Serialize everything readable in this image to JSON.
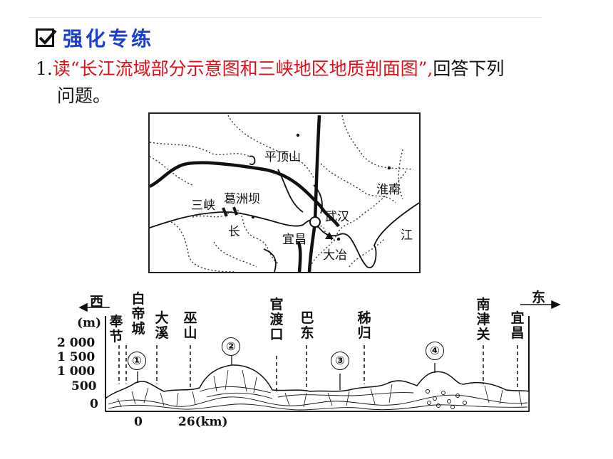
{
  "section": {
    "title": "强化专练"
  },
  "question": {
    "number": "1.",
    "text": "读“长江流域部分示意图和三峡地区地质剖面图”,",
    "text_tail": "回答下列",
    "line2": "问题。"
  },
  "map": {
    "labels": {
      "pingdingshan": "平顶山",
      "huainan": "淮南",
      "sanxia": "三峡",
      "gezhouba": "葛洲坝",
      "wuhan": "武汉",
      "chang": "长",
      "yichang": "宜昌",
      "jiang": "江",
      "daye": "大冶"
    }
  },
  "profile": {
    "west": "西",
    "east": "东",
    "unit": "(m)",
    "y_ticks": [
      "2 000",
      "1 500",
      "1 000",
      "500",
      "0"
    ],
    "x_ticks": [
      "0",
      "26(km)"
    ],
    "places": [
      "奉节",
      "白帝城",
      "大溪",
      "巫山",
      "官渡口",
      "巴东",
      "秭归",
      "南津关",
      "宜昌"
    ],
    "markers": [
      "①",
      "②",
      "③",
      "④"
    ]
  }
}
